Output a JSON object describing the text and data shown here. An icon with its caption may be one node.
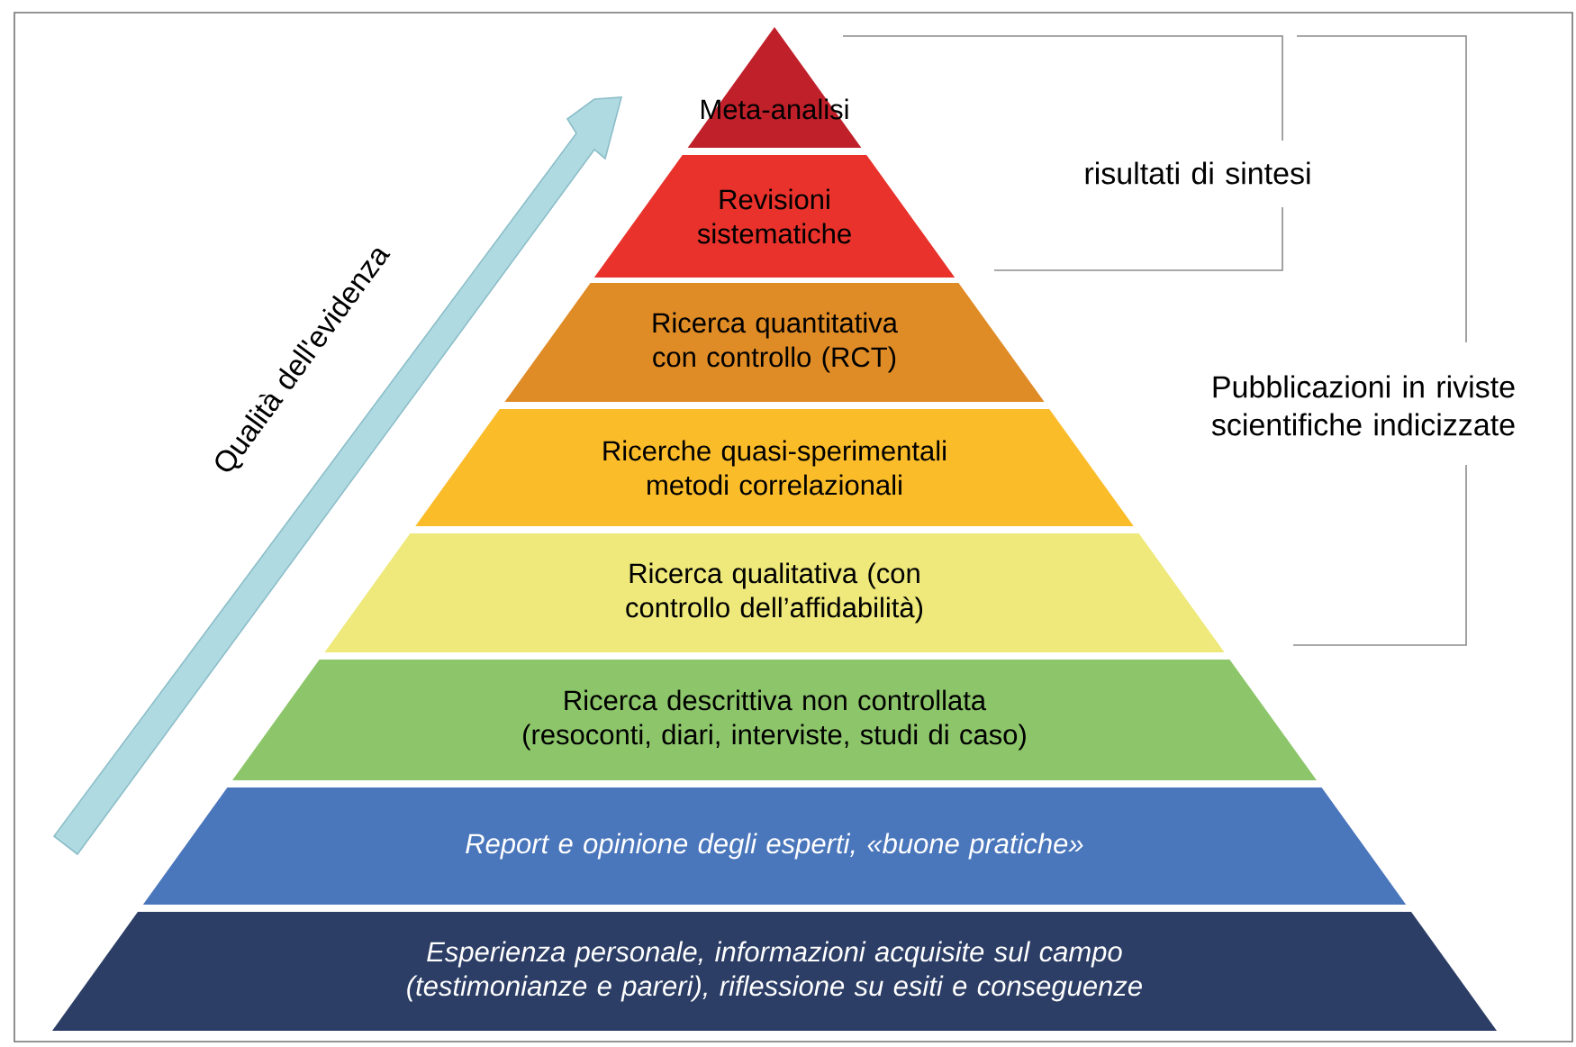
{
  "diagram": {
    "nodes": [
      {
        "text": [
          "Meta-analisi"
        ]
      },
      {
        "text": [
          "Revisioni sistematiche"
        ]
      },
      {
        "text": [
          "Ricerca quantitativa con controllo (RCT)"
        ]
      },
      {
        "text": [
          "Ricerche quasi-sperimentali metodi correlazionali"
        ]
      },
      {
        "text": [
          "Ricerca qualitativa (con controllo dell’affidabilità)"
        ]
      },
      {
        "text": [
          "Ricerca descrittiva non controllata (resoconti, diari, interviste, studi di caso)"
        ]
      },
      {
        "text": [
          "Report e opinione degli esperti, «buone pratiche»"
        ]
      },
      {
        "text": [
          "Esperienza personale, informazioni acquisite sul campo (testimonianze e pareri), riflessione su esiti e conseguenze"
        ]
      }
    ],
    "labels": [
      "Qualità dell'evidenza",
      "risultati di sintesi",
      "Pubblicazioni in riviste scientifiche indicizzate"
    ]
  }
}
